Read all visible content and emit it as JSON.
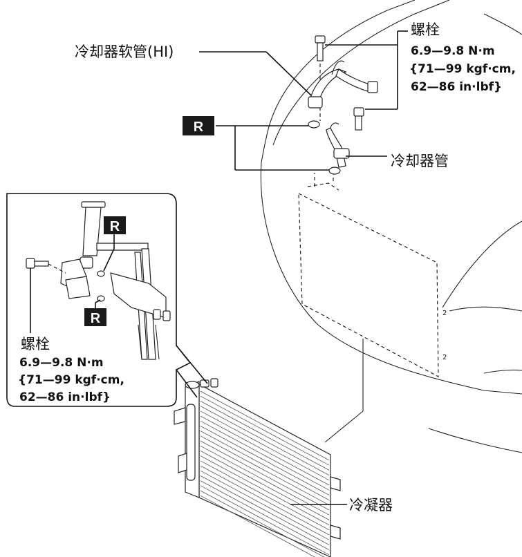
{
  "labels": {
    "cooler_hose_hi": "冷却器软管(HI)",
    "cooler_pipe": "冷却器管",
    "condenser": "冷凝器",
    "bolt_top": "螺栓",
    "bolt_left": "螺栓"
  },
  "torque_spec_top": {
    "line1": "6.9—9.8 N·m",
    "line2": "{71—99 kgf·cm,",
    "line3": "62—86 in·lbf}"
  },
  "torque_spec_left": {
    "line1": "6.9—9.8 N·m",
    "line2": "{71—99 kgf·cm,",
    "line3": "62—86 in·lbf}"
  },
  "badges": {
    "replace_main": "R",
    "replace_inset_top": "R",
    "replace_inset_bottom": "R"
  },
  "colors": {
    "line": "#111111",
    "badge_bg": "#1a1a1a",
    "background": "#ffffff"
  }
}
